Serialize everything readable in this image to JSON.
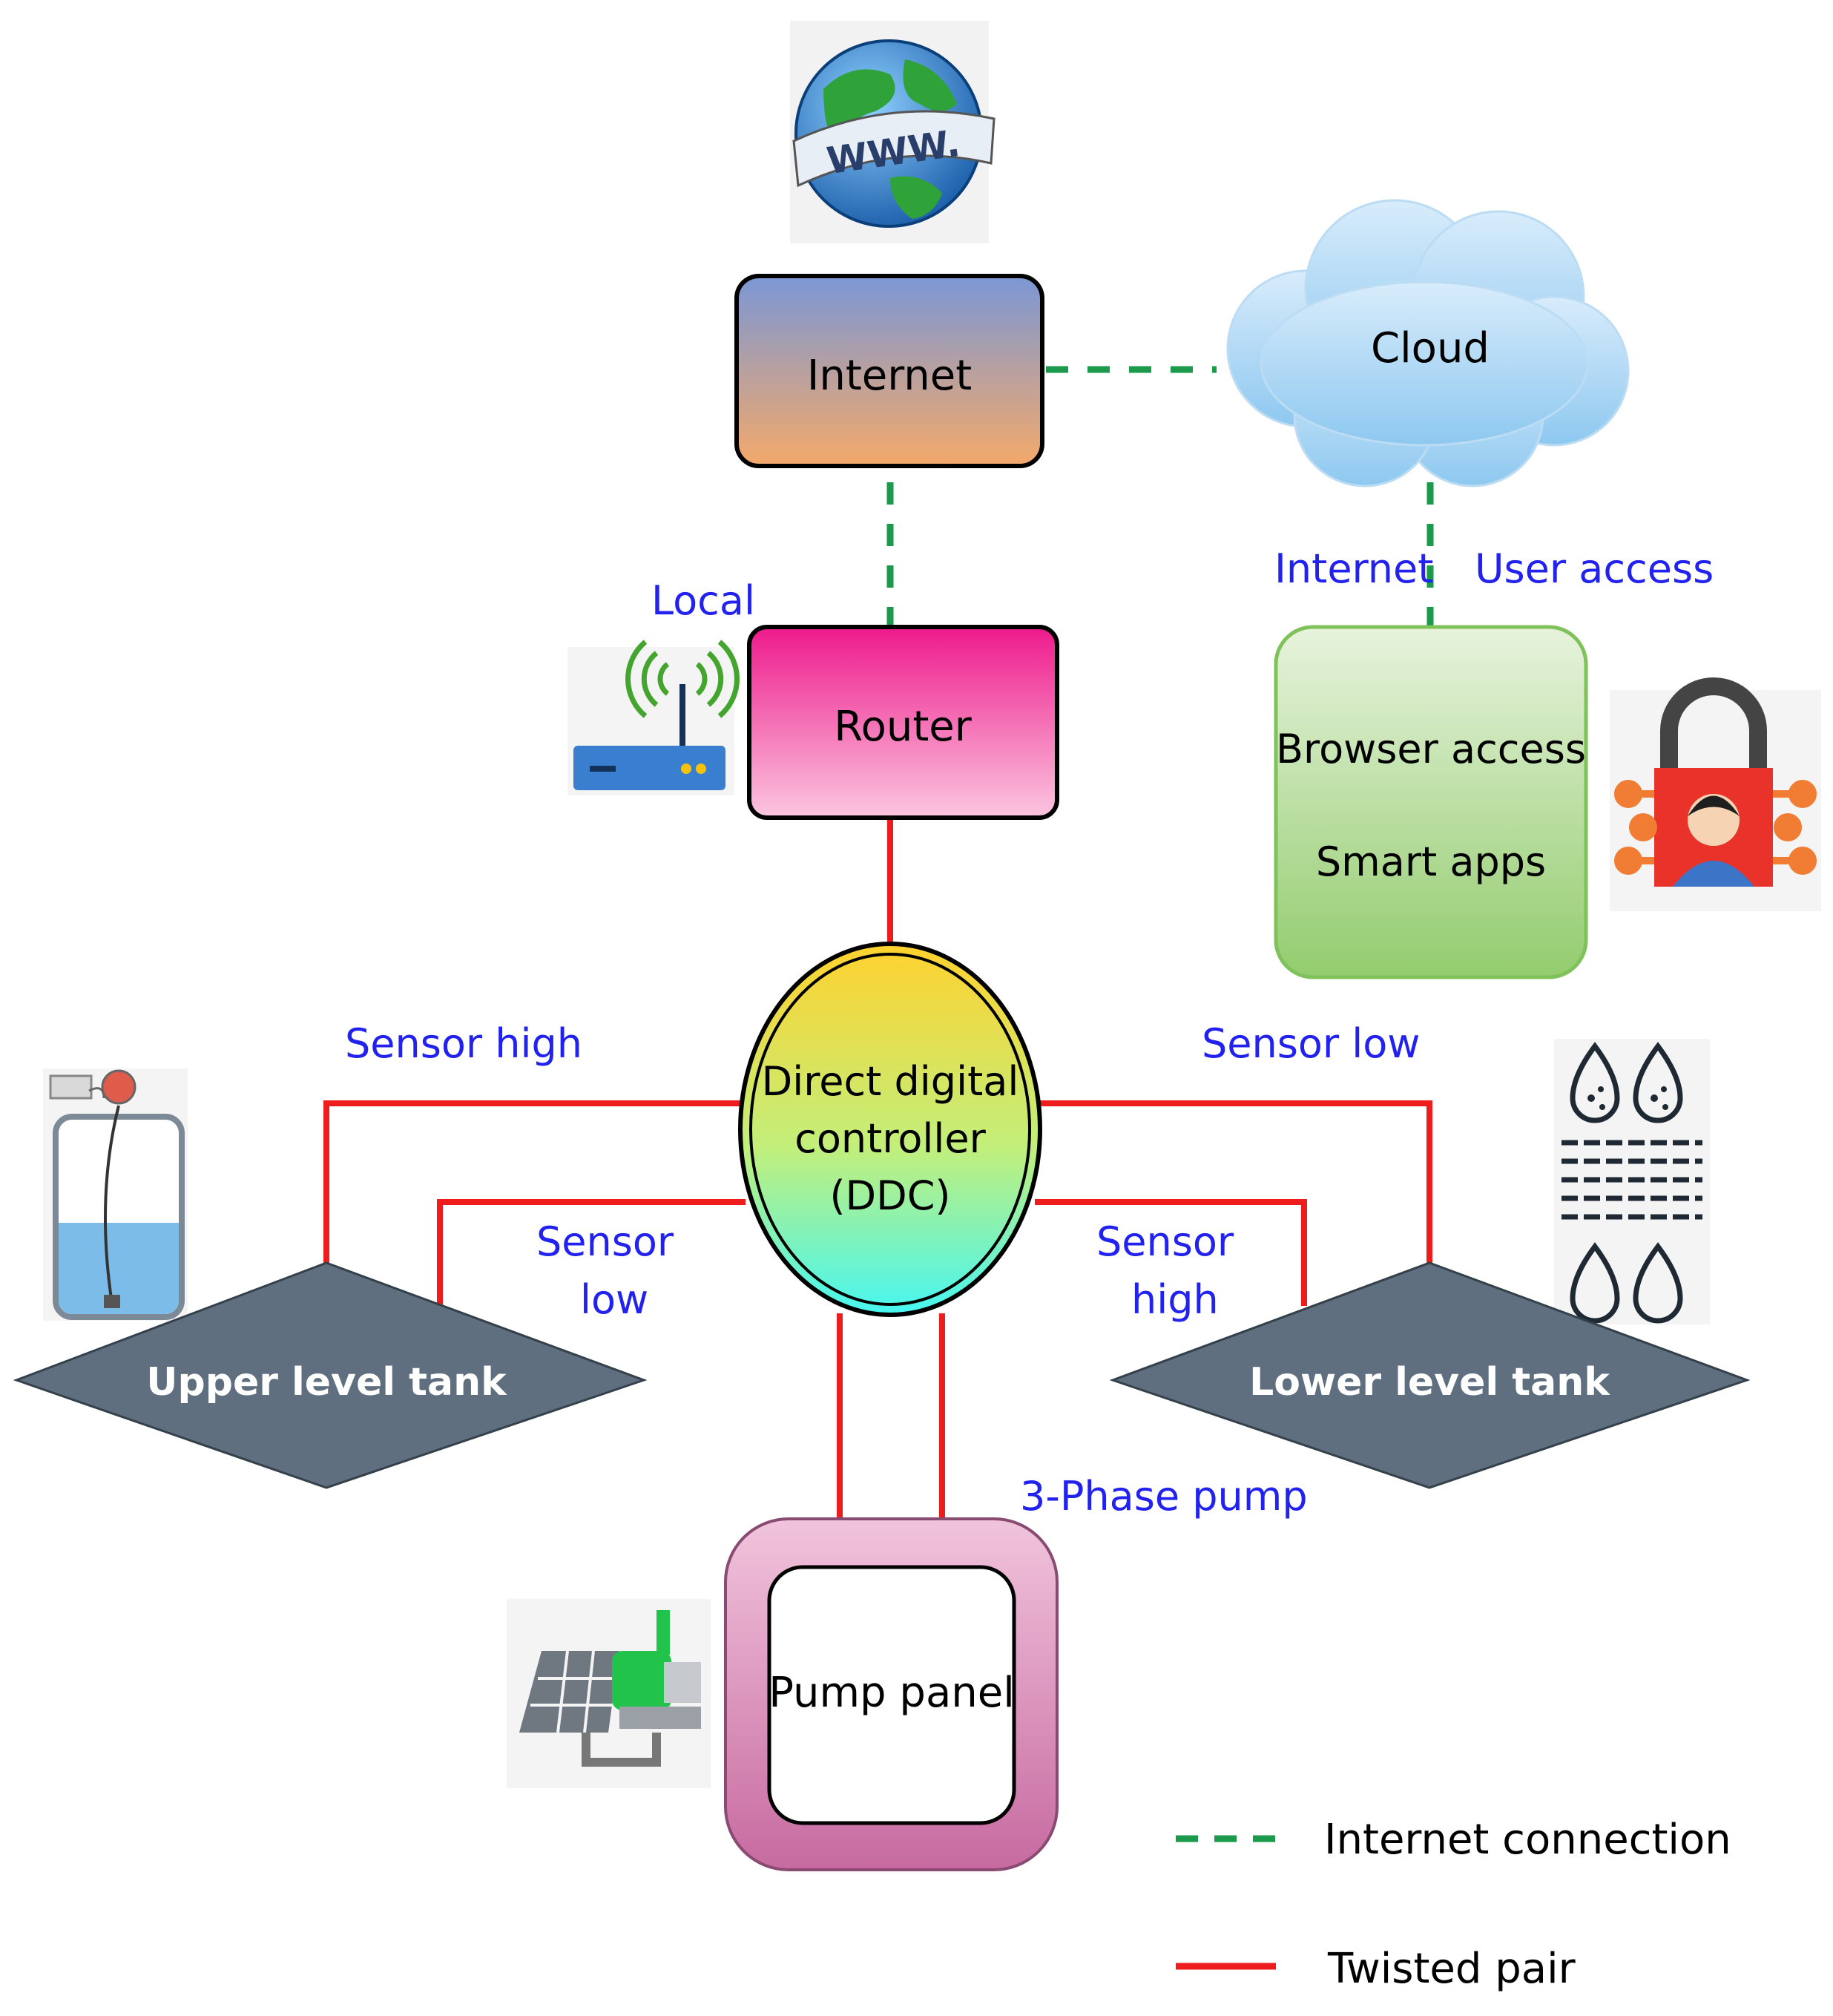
{
  "nodes": {
    "internet": "Internet",
    "cloud": "Cloud",
    "router": "Router",
    "browser_access": "Browser access",
    "smart_apps": "Smart apps",
    "ddc_line1": "Direct digital",
    "ddc_line2": "controller",
    "ddc_line3": "(DDC)",
    "upper_tank": "Upper level tank",
    "lower_tank": "Lower level tank",
    "pump_panel": "Pump panel"
  },
  "annotations": {
    "local": "Local",
    "internet": "Internet",
    "user_access": "User access",
    "sensor_high_left": "Sensor high",
    "sensor_low_left_1": "Sensor",
    "sensor_low_left_2": "low",
    "sensor_low_right": "Sensor low",
    "sensor_high_right_1": "Sensor",
    "sensor_high_right_2": "high",
    "three_phase_pump": "3-Phase pump"
  },
  "legend": {
    "internet_connection": "Internet connection",
    "twisted_pair": "Twisted pair"
  },
  "globe_text": "WWW.",
  "icons": [
    "globe-icon",
    "router-icon",
    "security-lock-icon",
    "level-sensor-tank-icon",
    "water-drops-icon",
    "solar-pump-icon"
  ],
  "colors": {
    "internet_connection": "#1a9a4a",
    "twisted_pair": "#ee1c1c",
    "annotation_text": "#2222ee",
    "tank_fill": "#5f6f7f"
  }
}
